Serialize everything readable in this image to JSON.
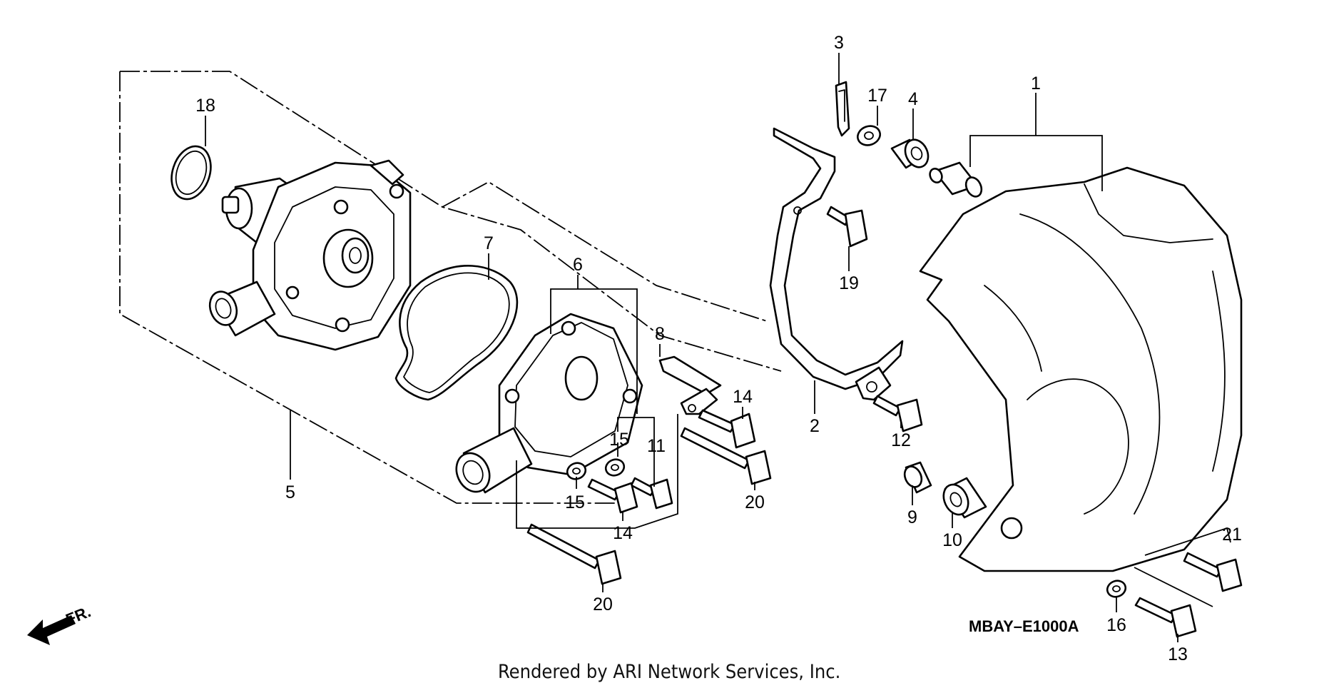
{
  "diagram": {
    "drawing_code": "MBAY–E1000A",
    "front_indicator": "FR.",
    "credit": "Rendered by ARI Network Services, Inc.",
    "callouts": {
      "c1": "1",
      "c2": "2",
      "c3": "3",
      "c4": "4",
      "c5": "5",
      "c6": "6",
      "c7": "7",
      "c8": "8",
      "c9": "9",
      "c10": "10",
      "c11": "11",
      "c12": "12",
      "c13": "13",
      "c14a": "14",
      "c14b": "14",
      "c15a": "15",
      "c15b": "15",
      "c16": "16",
      "c17": "17",
      "c18": "18",
      "c19": "19",
      "c20a": "20",
      "c20b": "20",
      "c21": "21"
    }
  }
}
